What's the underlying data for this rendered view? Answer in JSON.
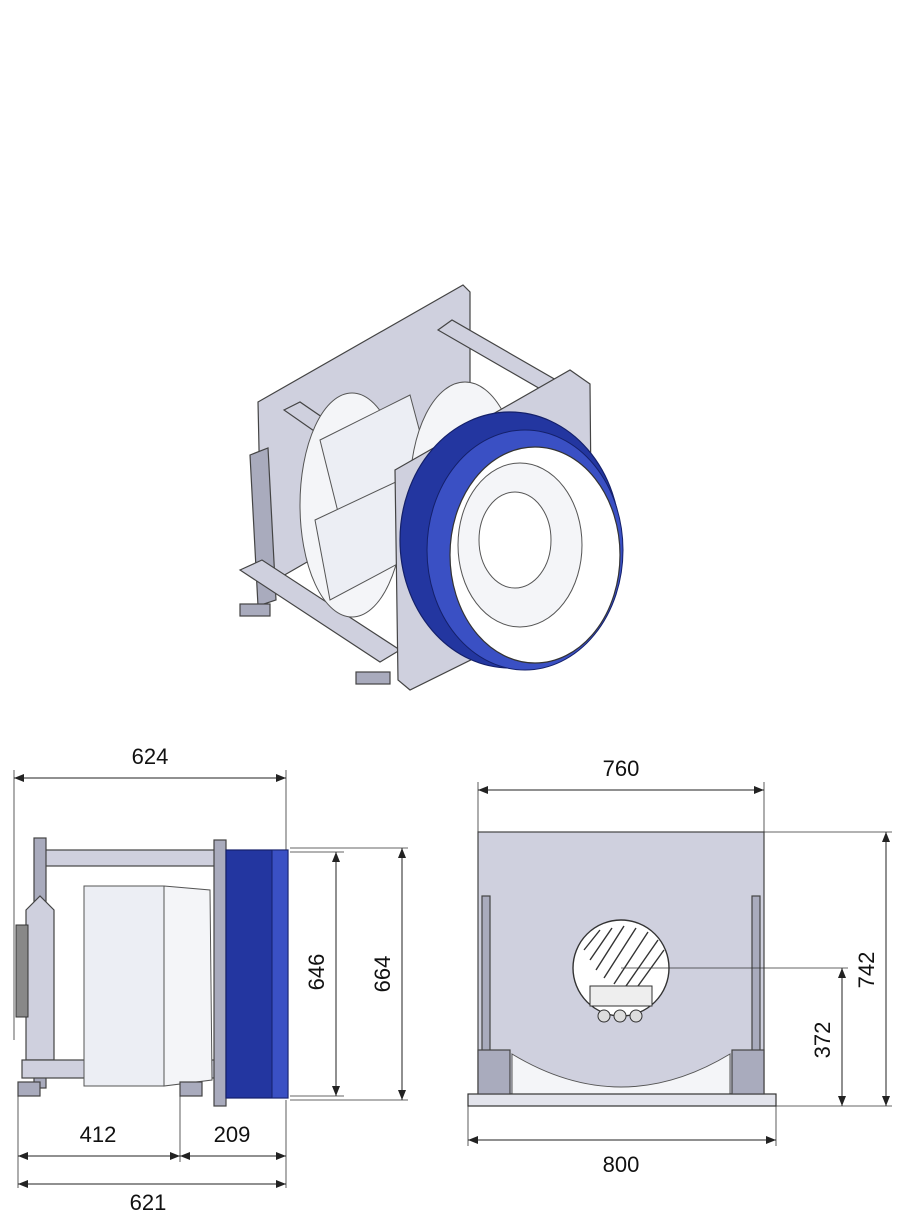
{
  "dimensions": {
    "side_total_width": "624",
    "side_base_width": "621",
    "side_left_part": "412",
    "side_right_part": "209",
    "side_inner_height": "646",
    "side_outer_height": "664",
    "front_top_width": "760",
    "front_base_width": "800",
    "front_total_height": "742",
    "front_center_height": "372"
  },
  "colors": {
    "frame": "#cfd0de",
    "inlet_ring": "#2336a0",
    "line": "#222222",
    "background": "#ffffff"
  }
}
